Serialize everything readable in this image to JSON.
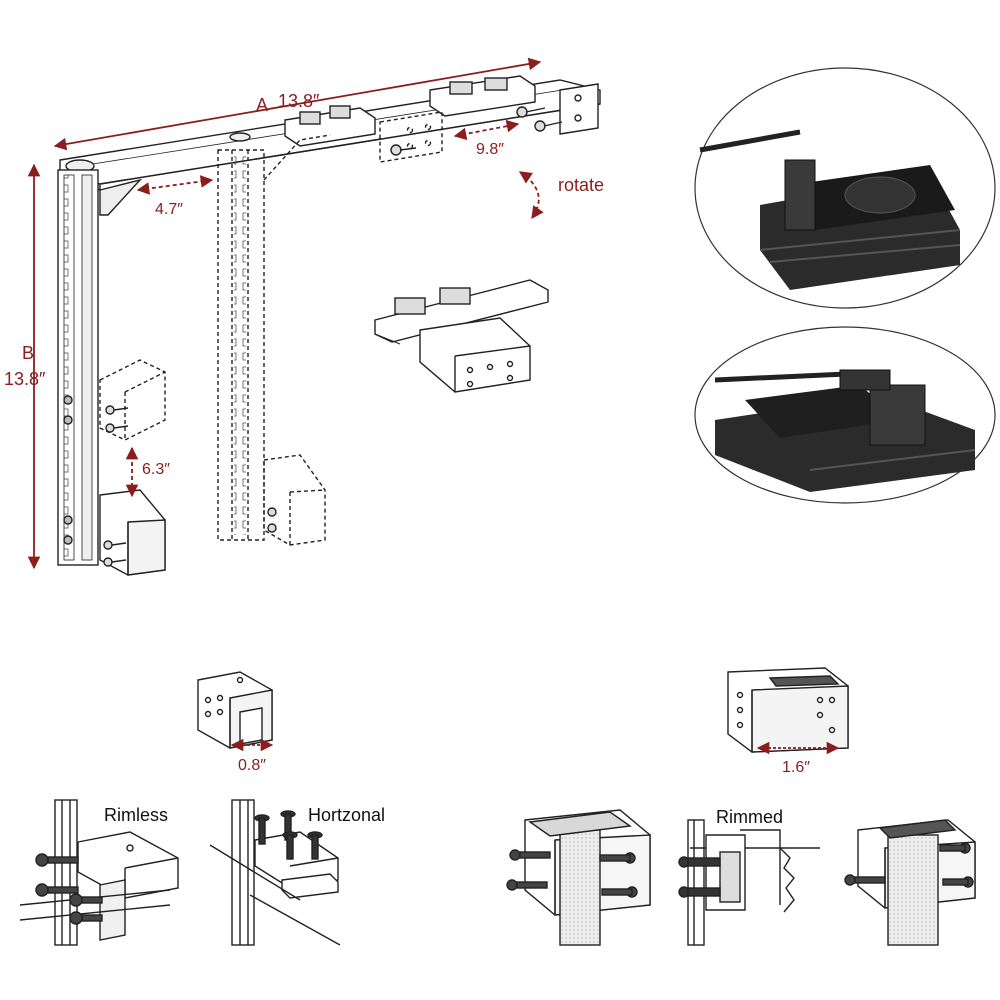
{
  "labels": {
    "dim_a": "A",
    "dim_a_value": "13.8″",
    "dim_b": "B",
    "dim_b_value": "13.8″",
    "dim_arm_offset": "4.7″",
    "dim_slide": "9.8″",
    "rotate": "rotate",
    "dim_bracket_gap": "6.3″",
    "dim_small_clamp": "0.8″",
    "dim_large_clamp": "1.6″",
    "rimless": "Rimless",
    "horizontal": "Hortzonal",
    "rimmed": "Rimmed"
  },
  "colors": {
    "dimension": "#8b1d1d",
    "line": "#222222",
    "device": "#2b2b2b",
    "fabric": "#e6e6e6"
  }
}
